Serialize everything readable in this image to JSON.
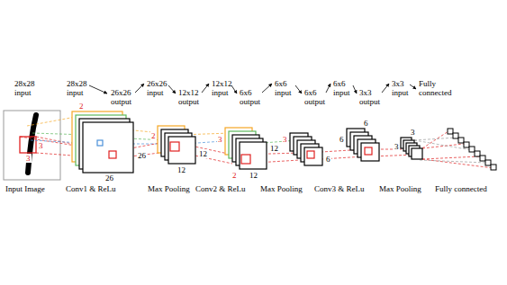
{
  "diagram": {
    "labels": [
      "28x28 input",
      "28x28 input",
      "26x26 output",
      "26x26 input",
      "12x12 output",
      "12x12 input",
      "6x6 output",
      "6x6 input",
      "6x6 output",
      "6x6 input",
      "3x3 output",
      "3x3 input",
      "Fully connected",
      "3",
      "3",
      "2",
      "26",
      "26",
      "2",
      "12",
      "12",
      "3",
      "2",
      "12",
      "12",
      "3",
      "6",
      "6",
      "6",
      "3",
      "3",
      "Input Image",
      "Conv1 & ReLu",
      "Max Pooling",
      "Conv2 & ReLu",
      "Max Pooling",
      "Conv3 & ReLu",
      "Max Pooling",
      "Fully connected"
    ]
  }
}
